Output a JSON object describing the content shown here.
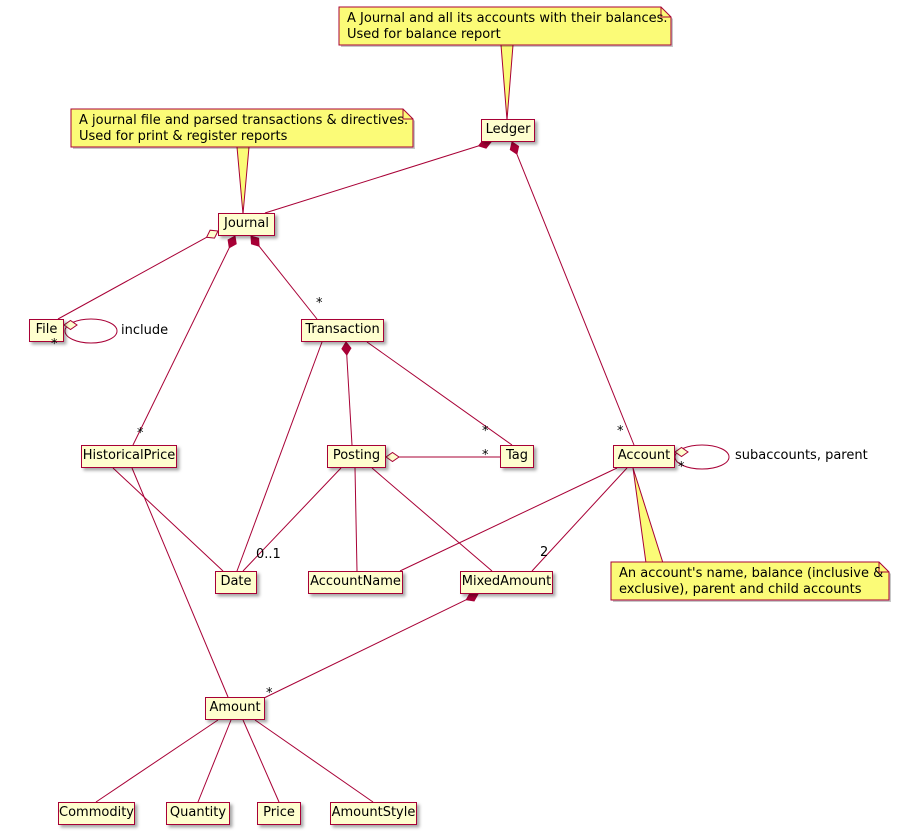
{
  "diagram": {
    "nodes": {
      "ledger": "Ledger",
      "journal": "Journal",
      "file": "File",
      "transaction": "Transaction",
      "historical_price": "HistoricalPrice",
      "posting": "Posting",
      "tag": "Tag",
      "account": "Account",
      "date": "Date",
      "account_name": "AccountName",
      "mixed_amount": "MixedAmount",
      "amount": "Amount",
      "commodity": "Commodity",
      "quantity": "Quantity",
      "price": "Price",
      "amount_style": "AmountStyle"
    },
    "notes": {
      "ledger": [
        "A Journal and all its accounts with their balances.",
        "Used for balance report"
      ],
      "journal": [
        "A journal file and parsed transactions & directives.",
        "Used for print & register reports"
      ],
      "account": [
        "An account's name, balance (inclusive &",
        "exclusive), parent and child accounts"
      ]
    },
    "labels": {
      "include": "include",
      "file_self_mult": "*",
      "transaction_mult": "*",
      "historical_price_mult": "*",
      "tag_mult_from_transaction": "*",
      "tag_mult_from_posting": "*",
      "account_mult": "*",
      "account_self_mult": "*",
      "account_self_label": "subaccounts, parent",
      "date_mult": "0..1",
      "mixed_amount_mult": "2",
      "amount_mult": "*"
    },
    "colors": {
      "node_fill": "#FEFECE",
      "node_border": "#A80036",
      "edge": "#A80036",
      "note_fill": "#FBFB77",
      "background": "#FFFFFF"
    }
  }
}
